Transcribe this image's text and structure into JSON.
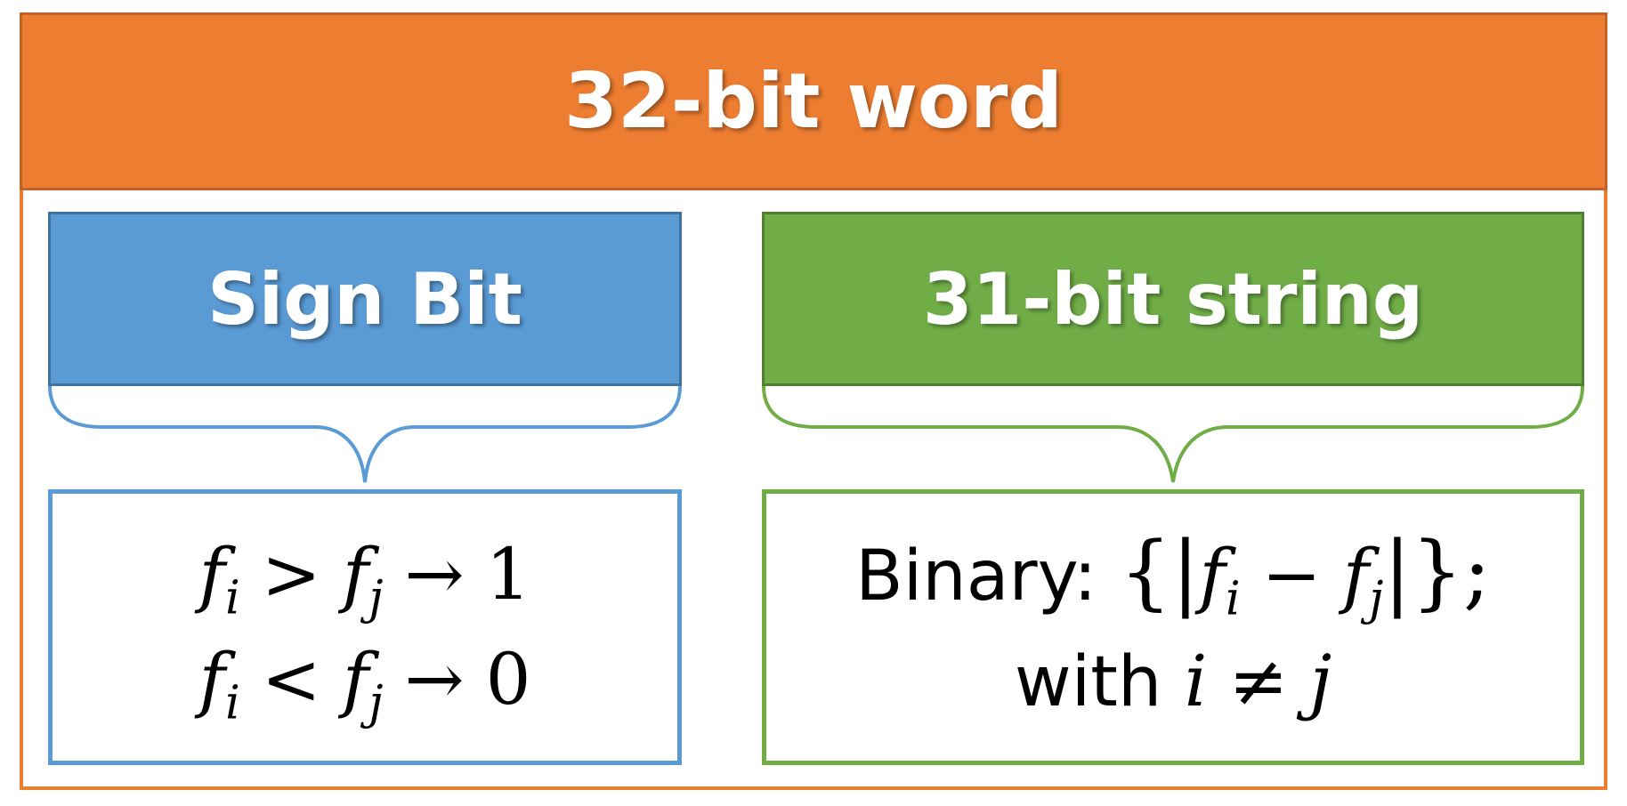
{
  "header": {
    "title": "32-bit word"
  },
  "sign": {
    "title": "Sign Bit",
    "line1": {
      "lhs": "f",
      "lhs_sub": "i",
      "op": ">",
      "rhs": "f",
      "rhs_sub": "j",
      "arrow": "→",
      "result": "1"
    },
    "line2": {
      "lhs": "f",
      "lhs_sub": "i",
      "op": "<",
      "rhs": "f",
      "rhs_sub": "j",
      "arrow": "→",
      "result": "0"
    }
  },
  "string": {
    "title": "31-bit string",
    "line1": {
      "label": "Binary:",
      "open_brace": "{",
      "open_bar": "|",
      "a": "f",
      "a_sub": "i",
      "minus": "−",
      "b": "f",
      "b_sub": "j",
      "close_bar": "|",
      "close_brace": "};"
    },
    "line2": {
      "label": "with",
      "i": "i",
      "neq": "≠",
      "j": "j"
    }
  },
  "colors": {
    "header": "#ED7D31",
    "sign": "#5B9BD5",
    "string": "#70AD47"
  }
}
